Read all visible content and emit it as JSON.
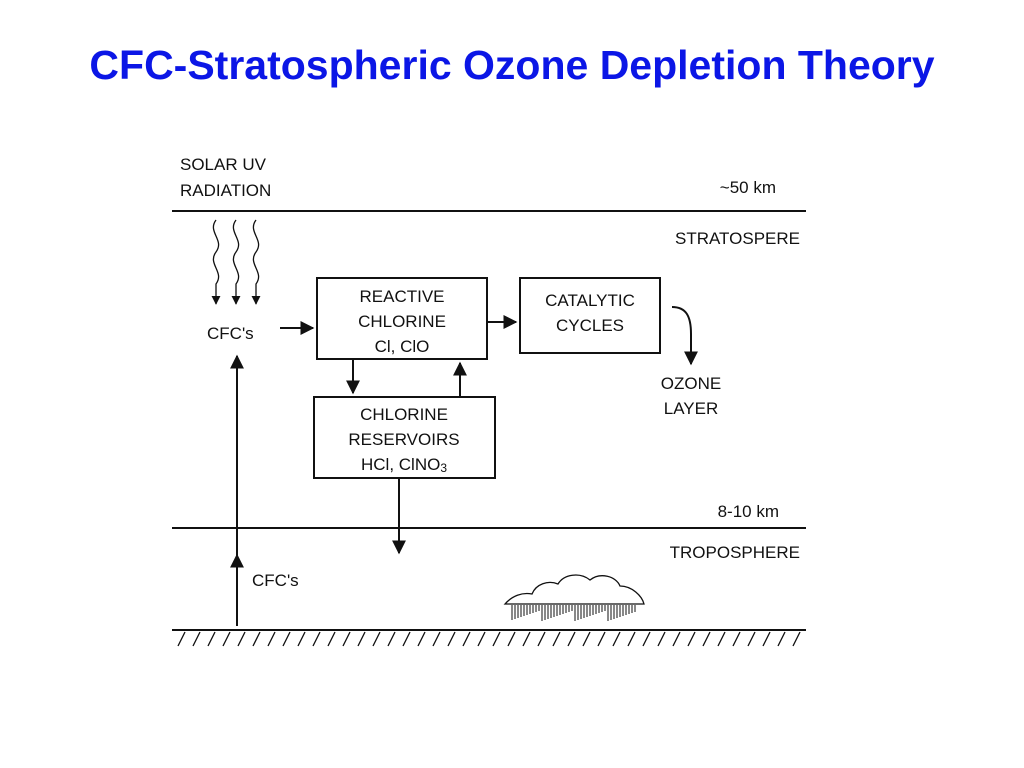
{
  "title": "CFC-Stratospheric Ozone Depletion Theory",
  "diagram": {
    "solar_uv_line1": "SOLAR UV",
    "solar_uv_line2": "RADIATION",
    "altitude_top": "~50 km",
    "stratosphere": "STRATOSPERE",
    "cfcs_upper": "CFC's",
    "reactive_line1": "REACTIVE",
    "reactive_line2": "CHLORINE",
    "reactive_line3": "Cl, ClO",
    "catalytic_line1": "CATALYTIC",
    "catalytic_line2": "CYCLES",
    "ozone_line1": "OZONE",
    "ozone_line2": "LAYER",
    "reservoirs_line1": "CHLORINE",
    "reservoirs_line2": "RESERVOIRS",
    "reservoirs_line3_main": "HCl, ClNO",
    "reservoirs_line3_sub": "3",
    "altitude_bottom": "8-10 km",
    "troposphere": "TROPOSPHERE",
    "cfcs_lower": "CFC's"
  },
  "colors": {
    "title": "#0b16e6",
    "ink": "#111111"
  }
}
